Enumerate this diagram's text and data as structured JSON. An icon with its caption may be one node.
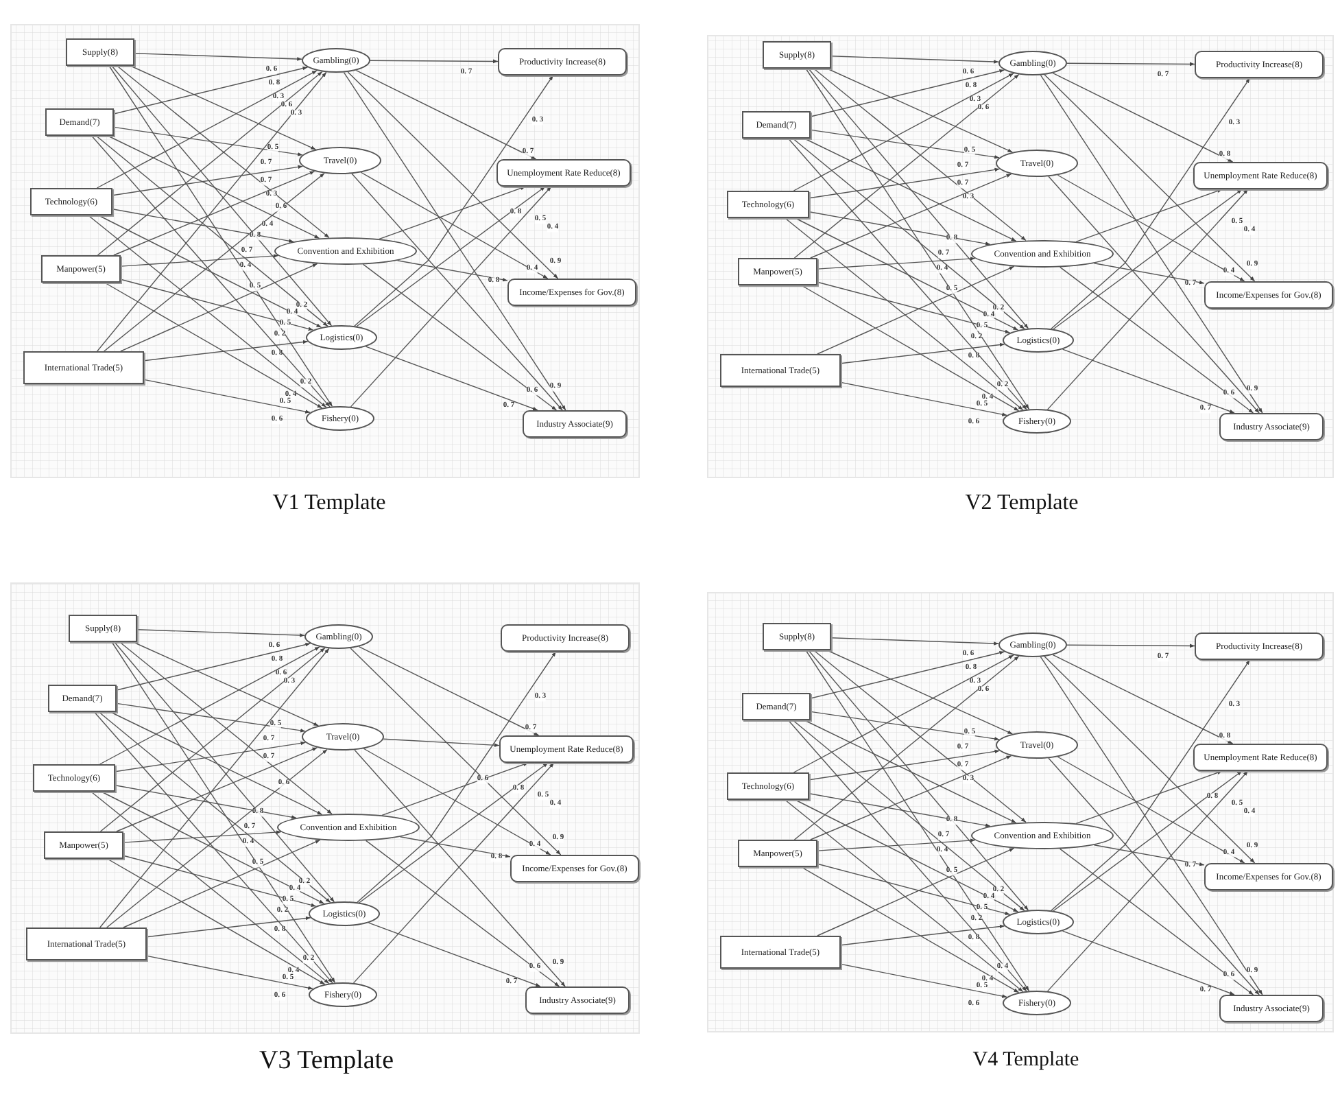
{
  "diagram": {
    "nodes": [
      {
        "text": [
          "Supply(8)"
        ]
      },
      {
        "text": [
          "Demand(7)"
        ]
      },
      {
        "text": [
          "Technology(6)"
        ]
      },
      {
        "text": [
          "Manpower(5)"
        ]
      },
      {
        "text": [
          "International Trade(5)"
        ]
      },
      {
        "text": [
          "Gambling(0)"
        ]
      },
      {
        "text": [
          "Travel(0)"
        ]
      },
      {
        "text": [
          "Convention and Exhibition"
        ]
      },
      {
        "text": [
          "Logistics(0)"
        ]
      },
      {
        "text": [
          "Fishery(0)"
        ]
      },
      {
        "text": [
          "Productivity Increase(8)"
        ]
      },
      {
        "text": [
          "Unemployment Rate Reduce(8)"
        ]
      },
      {
        "text": [
          "Income/Expenses for Gov.(8)"
        ]
      },
      {
        "text": [
          "Industry Associate(9)"
        ]
      },
      {
        "text": [
          "Supply(8)"
        ]
      },
      {
        "text": [
          "Demand(7)"
        ]
      },
      {
        "text": [
          "Technology(6)"
        ]
      },
      {
        "text": [
          "Manpower(5)"
        ]
      },
      {
        "text": [
          "International Trade(5)"
        ]
      },
      {
        "text": [
          "Gambling(0)"
        ]
      },
      {
        "text": [
          "Travel(0)"
        ]
      },
      {
        "text": [
          "Convention and Exhibition"
        ]
      },
      {
        "text": [
          "Logistics(0)"
        ]
      },
      {
        "text": [
          "Fishery(0)"
        ]
      },
      {
        "text": [
          "Productivity Increase(8)"
        ]
      },
      {
        "text": [
          "Unemployment Rate Reduce(8)"
        ]
      },
      {
        "text": [
          "Income/Expenses for Gov.(8)"
        ]
      },
      {
        "text": [
          "Industry Associate(9)"
        ]
      },
      {
        "text": [
          "Supply(8)"
        ]
      },
      {
        "text": [
          "Demand(7)"
        ]
      },
      {
        "text": [
          "Technology(6)"
        ]
      },
      {
        "text": [
          "Manpower(5)"
        ]
      },
      {
        "text": [
          "International Trade(5)"
        ]
      },
      {
        "text": [
          "Gambling(0)"
        ]
      },
      {
        "text": [
          "Travel(0)"
        ]
      },
      {
        "text": [
          "Convention and Exhibition"
        ]
      },
      {
        "text": [
          "Logistics(0)"
        ]
      },
      {
        "text": [
          "Fishery(0)"
        ]
      },
      {
        "text": [
          "Productivity Increase(8)"
        ]
      },
      {
        "text": [
          "Unemployment Rate Reduce(8)"
        ]
      },
      {
        "text": [
          "Income/Expenses for Gov.(8)"
        ]
      },
      {
        "text": [
          "Industry Associate(9)"
        ]
      },
      {
        "text": [
          "Supply(8)"
        ]
      },
      {
        "text": [
          "Demand(7)"
        ]
      },
      {
        "text": [
          "Technology(6)"
        ]
      },
      {
        "text": [
          "Manpower(5)"
        ]
      },
      {
        "text": [
          "International Trade(5)"
        ]
      },
      {
        "text": [
          "Gambling(0)"
        ]
      },
      {
        "text": [
          "Travel(0)"
        ]
      },
      {
        "text": [
          "Convention and Exhibition"
        ]
      },
      {
        "text": [
          "Logistics(0)"
        ]
      },
      {
        "text": [
          "Fishery(0)"
        ]
      },
      {
        "text": [
          "Productivity Increase(8)"
        ]
      },
      {
        "text": [
          "Unemployment Rate Reduce(8)"
        ]
      },
      {
        "text": [
          "Income/Expenses for Gov.(8)"
        ]
      },
      {
        "text": [
          "Industry Associate(9)"
        ]
      }
    ],
    "edges": [
      {
        "from": 0,
        "to": 5,
        "arrow": "to"
      },
      {
        "from": 0,
        "to": 6,
        "arrow": "to"
      },
      {
        "from": 0,
        "to": 7,
        "arrow": "to"
      },
      {
        "from": 0,
        "to": 8,
        "arrow": "to"
      },
      {
        "from": 0,
        "to": 9,
        "arrow": "to"
      },
      {
        "from": 1,
        "to": 5,
        "arrow": "to"
      },
      {
        "from": 1,
        "to": 6,
        "arrow": "to"
      },
      {
        "from": 1,
        "to": 7,
        "arrow": "to"
      },
      {
        "from": 1,
        "to": 8,
        "arrow": "to"
      },
      {
        "from": 1,
        "to": 9,
        "arrow": "to"
      },
      {
        "from": 2,
        "to": 5,
        "arrow": "to"
      },
      {
        "from": 2,
        "to": 6,
        "arrow": "to"
      },
      {
        "from": 2,
        "to": 7,
        "arrow": "to"
      },
      {
        "from": 2,
        "to": 8,
        "arrow": "to"
      },
      {
        "from": 2,
        "to": 9,
        "arrow": "to"
      },
      {
        "from": 3,
        "to": 5,
        "arrow": "to"
      },
      {
        "from": 3,
        "to": 6,
        "arrow": "to"
      },
      {
        "from": 3,
        "to": 7,
        "arrow": "to"
      },
      {
        "from": 3,
        "to": 8,
        "arrow": "to"
      },
      {
        "from": 3,
        "to": 9,
        "arrow": "to"
      },
      {
        "from": 4,
        "to": 5,
        "arrow": "to"
      },
      {
        "from": 4,
        "to": 6,
        "arrow": "to"
      },
      {
        "from": 4,
        "to": 7,
        "arrow": "to"
      },
      {
        "from": 4,
        "to": 8,
        "arrow": "to"
      },
      {
        "from": 4,
        "to": 9,
        "arrow": "to"
      },
      {
        "from": 5,
        "to": 10,
        "arrow": "to"
      },
      {
        "from": 5,
        "to": 11,
        "arrow": "to"
      },
      {
        "from": 5,
        "to": 12,
        "arrow": "to"
      },
      {
        "from": 5,
        "to": 13,
        "arrow": "to"
      },
      {
        "from": 6,
        "to": 12,
        "arrow": "to"
      },
      {
        "from": 6,
        "to": 13,
        "arrow": "to"
      },
      {
        "from": 7,
        "to": 11,
        "arrow": "to"
      },
      {
        "from": 7,
        "to": 12,
        "arrow": "to"
      },
      {
        "from": 7,
        "to": 13,
        "arrow": "to"
      },
      {
        "from": 8,
        "to": 10,
        "arrow": "to"
      },
      {
        "from": 8,
        "to": 11,
        "arrow": "to"
      },
      {
        "from": 8,
        "to": 13,
        "arrow": "to"
      },
      {
        "from": 9,
        "to": 11,
        "arrow": "to"
      },
      {
        "from": 14,
        "to": 19,
        "arrow": "to"
      },
      {
        "from": 14,
        "to": 20,
        "arrow": "to"
      },
      {
        "from": 14,
        "to": 21,
        "arrow": "to"
      },
      {
        "from": 14,
        "to": 22,
        "arrow": "to"
      },
      {
        "from": 14,
        "to": 23,
        "arrow": "to"
      },
      {
        "from": 15,
        "to": 19,
        "arrow": "to"
      },
      {
        "from": 15,
        "to": 20,
        "arrow": "to"
      },
      {
        "from": 15,
        "to": 21,
        "arrow": "to"
      },
      {
        "from": 15,
        "to": 22,
        "arrow": "to"
      },
      {
        "from": 15,
        "to": 23,
        "arrow": "to"
      },
      {
        "from": 16,
        "to": 19,
        "arrow": "to"
      },
      {
        "from": 16,
        "to": 20,
        "arrow": "to"
      },
      {
        "from": 16,
        "to": 21,
        "arrow": "to"
      },
      {
        "from": 16,
        "to": 22,
        "arrow": "to"
      },
      {
        "from": 16,
        "to": 23,
        "arrow": "to"
      },
      {
        "from": 17,
        "to": 19,
        "arrow": "to"
      },
      {
        "from": 17,
        "to": 20,
        "arrow": "to"
      },
      {
        "from": 17,
        "to": 21,
        "arrow": "to"
      },
      {
        "from": 17,
        "to": 22,
        "arrow": "to"
      },
      {
        "from": 17,
        "to": 23,
        "arrow": "to"
      },
      {
        "from": 18,
        "to": 21,
        "arrow": "to"
      },
      {
        "from": 18,
        "to": 22,
        "arrow": "to"
      },
      {
        "from": 18,
        "to": 23,
        "arrow": "to"
      },
      {
        "from": 19,
        "to": 24,
        "arrow": "to"
      },
      {
        "from": 19,
        "to": 25,
        "arrow": "to"
      },
      {
        "from": 19,
        "to": 26,
        "arrow": "to"
      },
      {
        "from": 19,
        "to": 27,
        "arrow": "to"
      },
      {
        "from": 20,
        "to": 26,
        "arrow": "to"
      },
      {
        "from": 20,
        "to": 27,
        "arrow": "to"
      },
      {
        "from": 21,
        "to": 25,
        "arrow": "to"
      },
      {
        "from": 21,
        "to": 26,
        "arrow": "to"
      },
      {
        "from": 21,
        "to": 27,
        "arrow": "to"
      },
      {
        "from": 22,
        "to": 24,
        "arrow": "to"
      },
      {
        "from": 22,
        "to": 25,
        "arrow": "to"
      },
      {
        "from": 22,
        "to": 27,
        "arrow": "to"
      },
      {
        "from": 23,
        "to": 25,
        "arrow": "to"
      },
      {
        "from": 28,
        "to": 33,
        "arrow": "to"
      },
      {
        "from": 28,
        "to": 34,
        "arrow": "to"
      },
      {
        "from": 28,
        "to": 35,
        "arrow": "to"
      },
      {
        "from": 28,
        "to": 36,
        "arrow": "to"
      },
      {
        "from": 28,
        "to": 37,
        "arrow": "to"
      },
      {
        "from": 29,
        "to": 33,
        "arrow": "to"
      },
      {
        "from": 29,
        "to": 34,
        "arrow": "to"
      },
      {
        "from": 29,
        "to": 35,
        "arrow": "to"
      },
      {
        "from": 29,
        "to": 36,
        "arrow": "to"
      },
      {
        "from": 29,
        "to": 37,
        "arrow": "to"
      },
      {
        "from": 30,
        "to": 33,
        "arrow": "to"
      },
      {
        "from": 30,
        "to": 34,
        "arrow": "to"
      },
      {
        "from": 30,
        "to": 35,
        "arrow": "to"
      },
      {
        "from": 30,
        "to": 36,
        "arrow": "to"
      },
      {
        "from": 30,
        "to": 37,
        "arrow": "to"
      },
      {
        "from": 31,
        "to": 33,
        "arrow": "to"
      },
      {
        "from": 31,
        "to": 34,
        "arrow": "to"
      },
      {
        "from": 31,
        "to": 35,
        "arrow": "to"
      },
      {
        "from": 31,
        "to": 36,
        "arrow": "to"
      },
      {
        "from": 31,
        "to": 37,
        "arrow": "to"
      },
      {
        "from": 32,
        "to": 33,
        "arrow": "to"
      },
      {
        "from": 32,
        "to": 34,
        "arrow": "to"
      },
      {
        "from": 32,
        "to": 35,
        "arrow": "to"
      },
      {
        "from": 32,
        "to": 36,
        "arrow": "to"
      },
      {
        "from": 32,
        "to": 37,
        "arrow": "to"
      },
      {
        "from": 33,
        "to": 39,
        "arrow": "to"
      },
      {
        "from": 33,
        "to": 40,
        "arrow": "to"
      },
      {
        "from": 34,
        "to": 39,
        "arrow": "to"
      },
      {
        "from": 34,
        "to": 40,
        "arrow": "to"
      },
      {
        "from": 34,
        "to": 41,
        "arrow": "to"
      },
      {
        "from": 35,
        "to": 39,
        "arrow": "to"
      },
      {
        "from": 35,
        "to": 40,
        "arrow": "to"
      },
      {
        "from": 35,
        "to": 41,
        "arrow": "to"
      },
      {
        "from": 36,
        "to": 38,
        "arrow": "to"
      },
      {
        "from": 36,
        "to": 39,
        "arrow": "to"
      },
      {
        "from": 36,
        "to": 41,
        "arrow": "to"
      },
      {
        "from": 37,
        "to": 39,
        "arrow": "to"
      },
      {
        "from": 42,
        "to": 47,
        "arrow": "to"
      },
      {
        "from": 42,
        "to": 48,
        "arrow": "to"
      },
      {
        "from": 42,
        "to": 49,
        "arrow": "to"
      },
      {
        "from": 42,
        "to": 50,
        "arrow": "to"
      },
      {
        "from": 42,
        "to": 51,
        "arrow": "to"
      },
      {
        "from": 43,
        "to": 47,
        "arrow": "to"
      },
      {
        "from": 43,
        "to": 48,
        "arrow": "to"
      },
      {
        "from": 43,
        "to": 49,
        "arrow": "to"
      },
      {
        "from": 43,
        "to": 50,
        "arrow": "to"
      },
      {
        "from": 43,
        "to": 51,
        "arrow": "to"
      },
      {
        "from": 44,
        "to": 47,
        "arrow": "to"
      },
      {
        "from": 44,
        "to": 48,
        "arrow": "to"
      },
      {
        "from": 44,
        "to": 49,
        "arrow": "to"
      },
      {
        "from": 44,
        "to": 50,
        "arrow": "to"
      },
      {
        "from": 44,
        "to": 51,
        "arrow": "to"
      },
      {
        "from": 45,
        "to": 47,
        "arrow": "to"
      },
      {
        "from": 45,
        "to": 48,
        "arrow": "to"
      },
      {
        "from": 45,
        "to": 49,
        "arrow": "to"
      },
      {
        "from": 45,
        "to": 50,
        "arrow": "to"
      },
      {
        "from": 45,
        "to": 51,
        "arrow": "to"
      },
      {
        "from": 46,
        "to": 49,
        "arrow": "to"
      },
      {
        "from": 46,
        "to": 50,
        "arrow": "to"
      },
      {
        "from": 46,
        "to": 51,
        "arrow": "to"
      },
      {
        "from": 47,
        "to": 52,
        "arrow": "to"
      },
      {
        "from": 47,
        "to": 53,
        "arrow": "to"
      },
      {
        "from": 47,
        "to": 54,
        "arrow": "to"
      },
      {
        "from": 47,
        "to": 55,
        "arrow": "to"
      },
      {
        "from": 48,
        "to": 54,
        "arrow": "to"
      },
      {
        "from": 48,
        "to": 55,
        "arrow": "to"
      },
      {
        "from": 49,
        "to": 53,
        "arrow": "to"
      },
      {
        "from": 49,
        "to": 54,
        "arrow": "to"
      },
      {
        "from": 49,
        "to": 55,
        "arrow": "to"
      },
      {
        "from": 50,
        "to": 52,
        "arrow": "to"
      },
      {
        "from": 50,
        "to": 53,
        "arrow": "to"
      },
      {
        "from": 50,
        "to": 55,
        "arrow": "to"
      },
      {
        "from": 51,
        "to": 53,
        "arrow": "to"
      }
    ],
    "labels": [
      "0. 6",
      "0. 8",
      "0. 3",
      "0. 6",
      "0. 3",
      "0. 7",
      "0. 3",
      "0. 7",
      "0. 5",
      "0. 7",
      "0. 7",
      "0. 3",
      "0. 6",
      "0. 4",
      "0. 8",
      "0. 7",
      "0. 4",
      "0. 5",
      "0. 2",
      "0. 4",
      "0. 5",
      "0. 2",
      "0. 8",
      "0. 2",
      "0. 4",
      "0. 5",
      "0. 6",
      "0. 8",
      "0. 5",
      "0. 4",
      "0. 9",
      "0. 4",
      "0. 8",
      "0. 9",
      "0. 6",
      "0. 7",
      "0. 6",
      "0. 8",
      "0. 3",
      "0. 6",
      "0. 7",
      "0. 3",
      "0. 8",
      "0. 5",
      "0. 7",
      "0. 7",
      "0. 3",
      "0. 8",
      "0. 7",
      "0. 4",
      "0. 5",
      "0. 2",
      "0. 4",
      "0. 5",
      "0. 2",
      "0. 8",
      "0. 2",
      "0. 4",
      "0. 5",
      "0. 6",
      "0. 5",
      "0. 4",
      "0. 9",
      "0. 4",
      "0. 7",
      "0. 9",
      "0. 6",
      "0. 7",
      "V1 Template",
      "V2 Template",
      "0. 6",
      "0. 8",
      "0. 6",
      "0. 3",
      "0. 3",
      "0. 7",
      "0. 5",
      "0. 7",
      "0. 7",
      "0. 6",
      "0. 8",
      "0. 7",
      "0. 4",
      "0. 5",
      "0. 2",
      "0. 4",
      "0. 5",
      "0. 2",
      "0. 8",
      "0. 2",
      "0. 4",
      "0. 5",
      "0. 6",
      "0. 8",
      "0. 5",
      "0. 4",
      "0. 9",
      "0. 4",
      "0. 8",
      "0. 9",
      "0. 6",
      "0. 7",
      "0. 6",
      "0. 6",
      "0. 8",
      "0. 3",
      "0. 6",
      "0. 7",
      "0. 3",
      "0. 8",
      "0. 5",
      "0. 7",
      "0. 7",
      "0. 3",
      "0. 8",
      "0. 7",
      "0. 4",
      "0. 5",
      "0. 2",
      "0. 4",
      "0. 5",
      "0. 2",
      "0. 8",
      "0. 4",
      "0. 4",
      "0. 5",
      "0. 6",
      "0. 8",
      "0. 5",
      "0. 4",
      "0. 9",
      "0. 4",
      "0. 7",
      "0. 9",
      "0. 6",
      "0. 7",
      "V3 Template",
      "V4 Template"
    ]
  }
}
